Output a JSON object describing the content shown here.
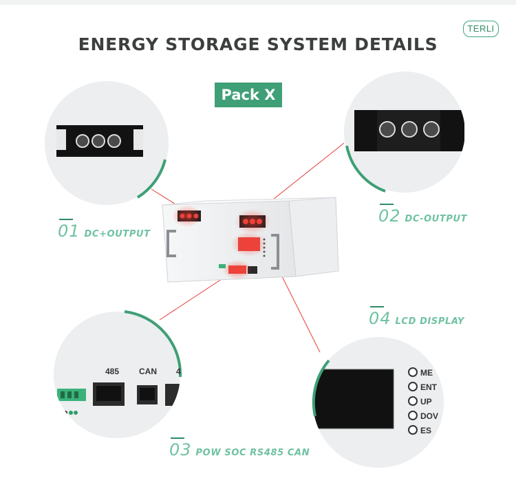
{
  "header": {
    "title": "ENERGY STORAGE SYSTEM DETAILS",
    "brand": "TERLI",
    "product_badge": "Pack X"
  },
  "callouts": [
    {
      "number": "01",
      "label": "DC+OUTPUT"
    },
    {
      "number": "02",
      "label": "DC-OUTPUT"
    },
    {
      "number": "03",
      "label": "POW SOC RS485 CAN"
    },
    {
      "number": "04",
      "label": "LCD DISPLAY"
    }
  ],
  "detail_ports": {
    "port_485": "485",
    "port_can": "CAN",
    "port_partial": "4"
  },
  "detail_buttons": [
    "ME",
    "ENT",
    "UP",
    "DOV",
    "ES"
  ],
  "colors": {
    "accent_green": "#3f9f76",
    "callout_green": "#6fc2a1",
    "leader_red": "#e53935",
    "terminal_red": "#e2463f",
    "title_gray": "#3b3f3e"
  }
}
